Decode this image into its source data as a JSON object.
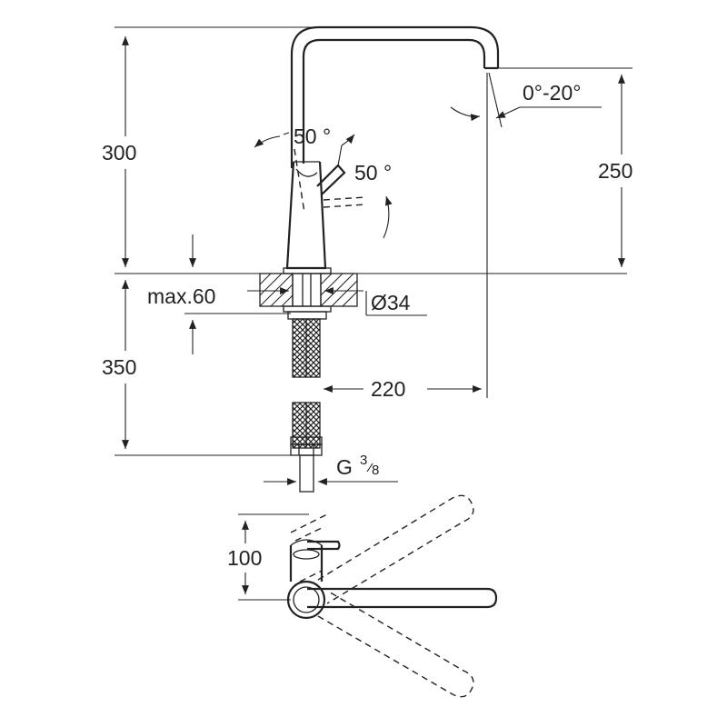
{
  "dimensions": {
    "height_total": "300",
    "spout_height": "250",
    "below_deck": "350",
    "handle_angle_1": "50 °",
    "handle_angle_2": "50 °",
    "spout_tilt": "0°-20°",
    "max_thickness": "max.60",
    "hole_diameter": "Ø34",
    "projection": "220",
    "connection_letter": "G",
    "connection_num": "3",
    "connection_den": "8",
    "plan_offset": "100"
  }
}
